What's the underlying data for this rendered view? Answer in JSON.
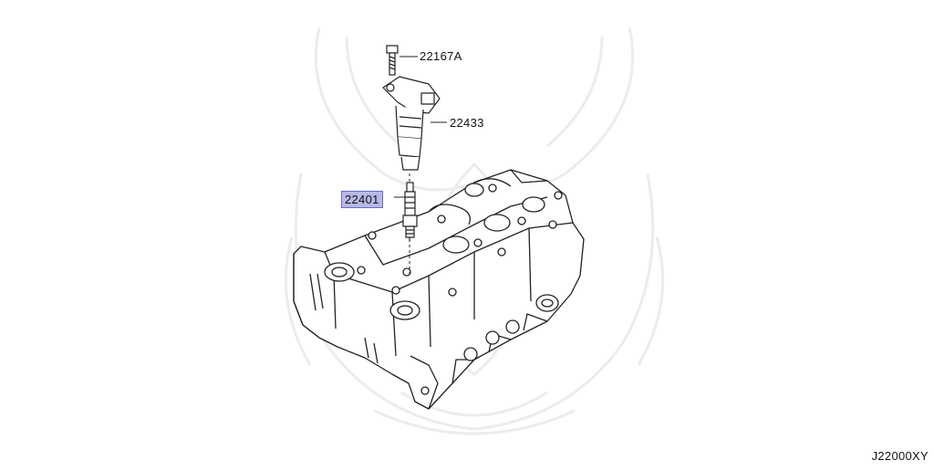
{
  "diagram": {
    "callouts": {
      "bolt": "22167A",
      "ignition_coil": "22433",
      "spark_plug": "22401"
    },
    "highlighted_callout": "22401",
    "diagram_code": "J22000XY",
    "colors": {
      "highlight_fill": "#b7b8e8",
      "highlight_border": "#6a6cc0",
      "line": "#222222",
      "watermark": "#ececec"
    }
  }
}
